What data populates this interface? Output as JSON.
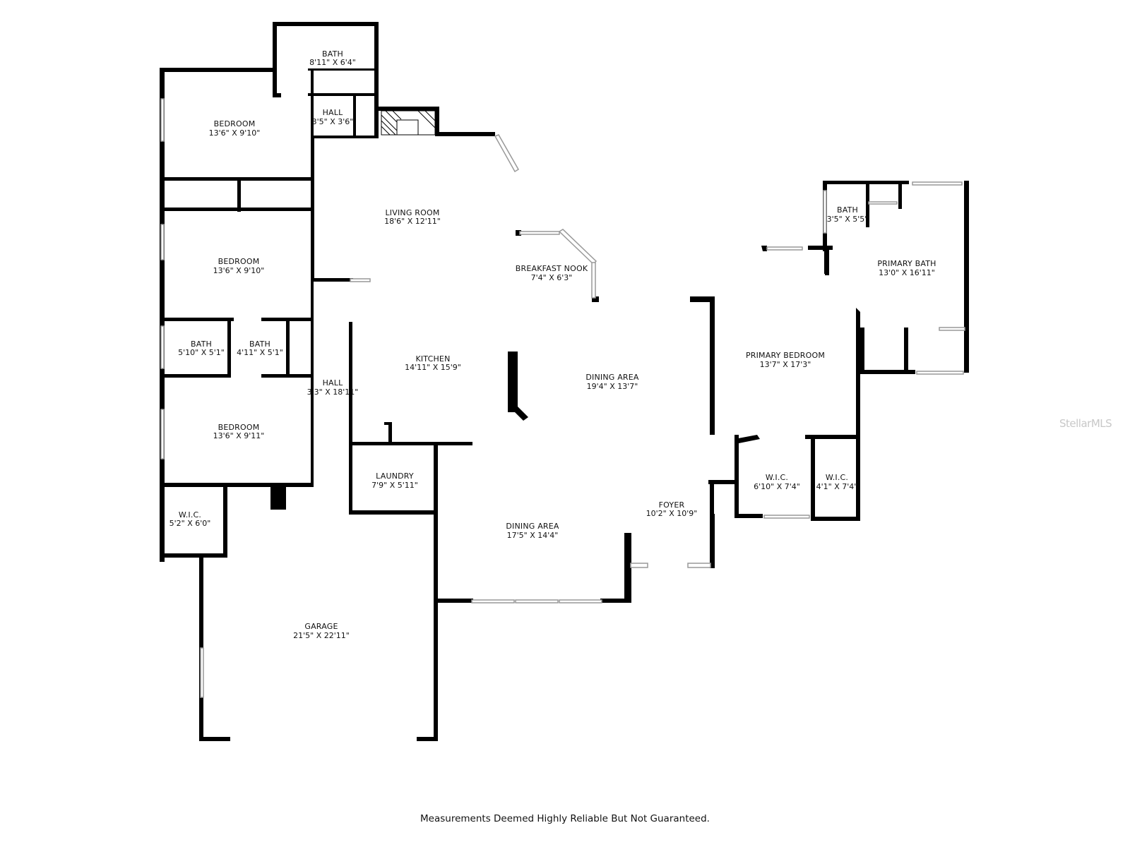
{
  "rooms": [
    {
      "id": "bath-top",
      "name": "BATH",
      "dims": "8'11\" X 6'4\""
    },
    {
      "id": "hall-top",
      "name": "HALL",
      "dims": "3'5\" X 3'6\""
    },
    {
      "id": "bedroom-1",
      "name": "BEDROOM",
      "dims": "13'6\" X 9'10\""
    },
    {
      "id": "living-room",
      "name": "LIVING ROOM",
      "dims": "18'6\" X 12'11\""
    },
    {
      "id": "bedroom-2",
      "name": "BEDROOM",
      "dims": "13'6\" X 9'10\""
    },
    {
      "id": "breakfast-nook",
      "name": "BREAKFAST NOOK",
      "dims": "7'4\" X 6'3\""
    },
    {
      "id": "bath-left",
      "name": "BATH",
      "dims": "5'10\" X 5'1\""
    },
    {
      "id": "bath-mid",
      "name": "BATH",
      "dims": "4'11\" X 5'1\""
    },
    {
      "id": "kitchen",
      "name": "KITCHEN",
      "dims": "14'11\" X 15'9\""
    },
    {
      "id": "hall-long",
      "name": "HALL",
      "dims": "3'3\" X 18'11\""
    },
    {
      "id": "dining-area-1",
      "name": "DINING AREA",
      "dims": "19'4\" X 13'7\""
    },
    {
      "id": "bedroom-3",
      "name": "BEDROOM",
      "dims": "13'6\" X 9'11\""
    },
    {
      "id": "laundry",
      "name": "LAUNDRY",
      "dims": "7'9\" X 5'11\""
    },
    {
      "id": "wic-left",
      "name": "W.I.C.",
      "dims": "5'2\" X 6'0\""
    },
    {
      "id": "dining-area-2",
      "name": "DINING AREA",
      "dims": "17'5\" X 14'4\""
    },
    {
      "id": "foyer",
      "name": "FOYER",
      "dims": "10'2\" X 10'9\""
    },
    {
      "id": "garage",
      "name": "GARAGE",
      "dims": "21'5\" X 22'11\""
    },
    {
      "id": "bath-primary-sm",
      "name": "BATH",
      "dims": "3'5\" X 5'5\""
    },
    {
      "id": "primary-bath",
      "name": "PRIMARY BATH",
      "dims": "13'0\" X 16'11\""
    },
    {
      "id": "primary-bedroom",
      "name": "PRIMARY BEDROOM",
      "dims": "13'7\" X 17'3\""
    },
    {
      "id": "wic-primary-1",
      "name": "W.I.C.",
      "dims": "6'10\" X 7'4\""
    },
    {
      "id": "wic-primary-2",
      "name": "W.I.C.",
      "dims": "4'1\" X 7'4\""
    }
  ],
  "disclaimer": "Measurements Deemed Highly Reliable But Not Guaranteed.",
  "watermark": "StellarMLS",
  "colors": {
    "wall": "#000000",
    "window": "#999999",
    "text": "#111111",
    "watermark": "#c8c8c8"
  }
}
